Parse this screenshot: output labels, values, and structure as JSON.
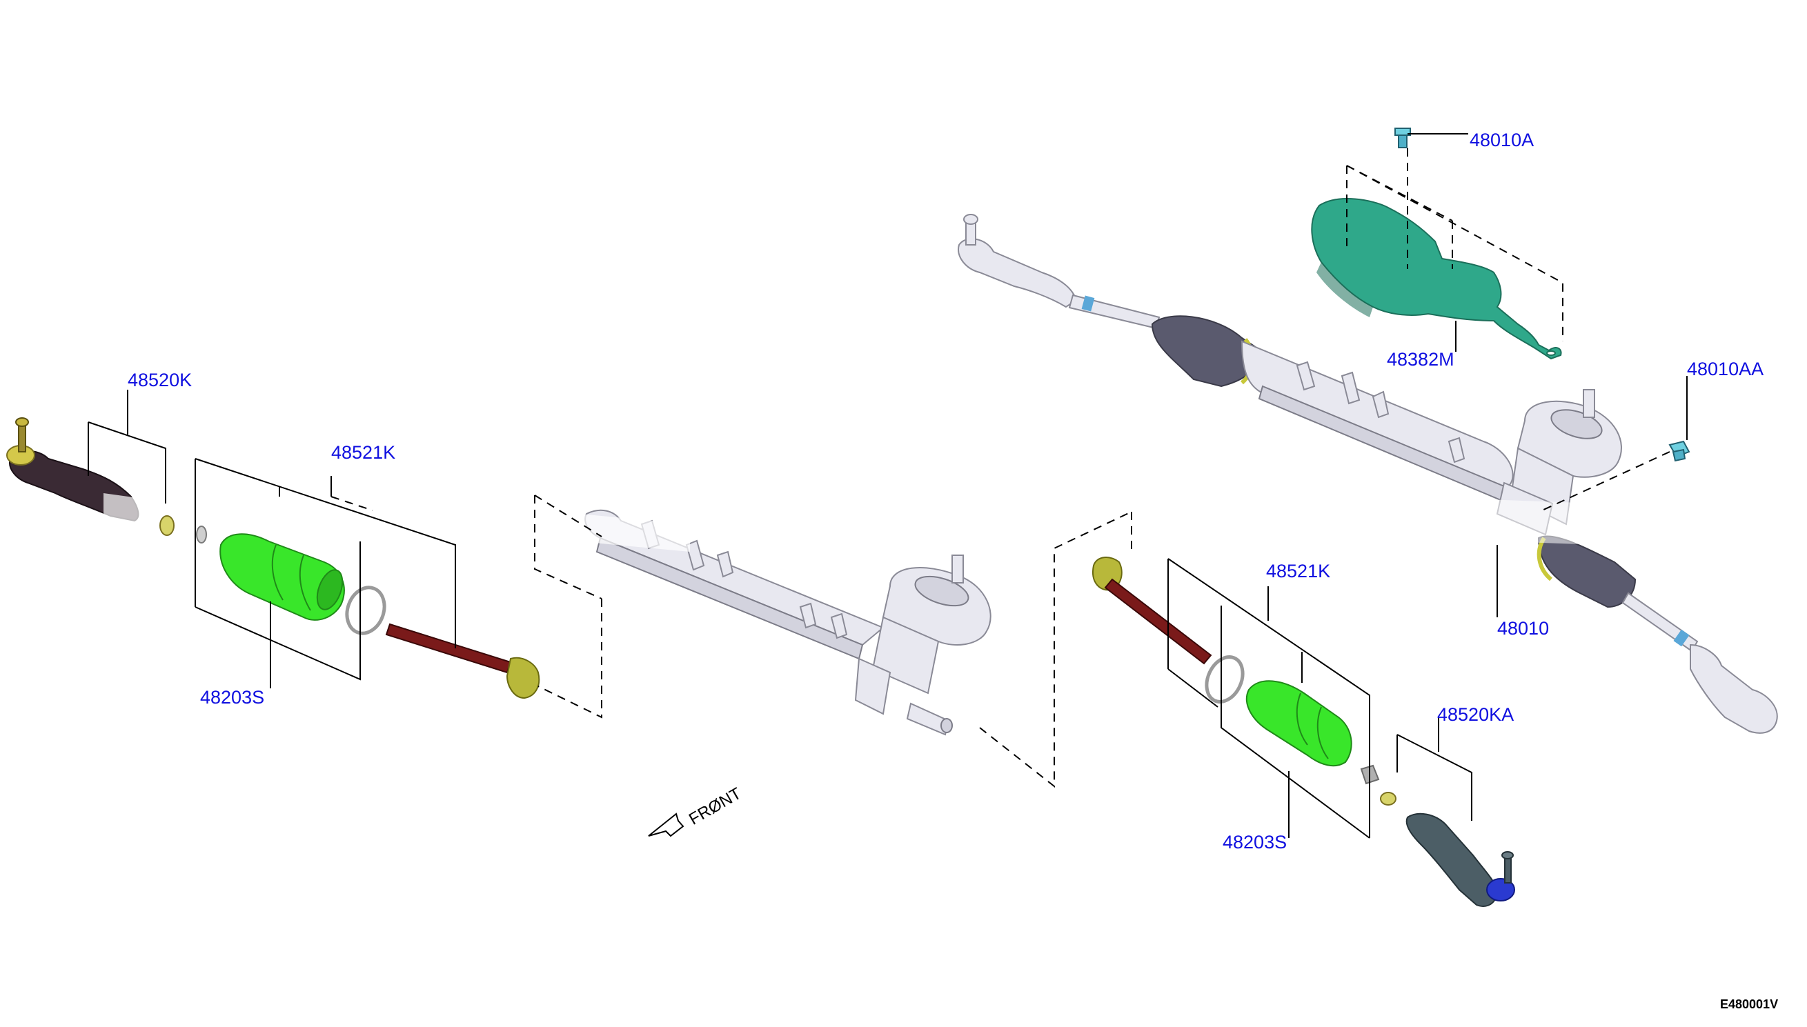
{
  "labels": {
    "p48010A": "48010A",
    "p48382M": "48382M",
    "p48010AA": "48010AA",
    "p48010": "48010",
    "p48520K": "48520K",
    "p48521K_left": "48521K",
    "p48203S_left": "48203S",
    "p48521K_right": "48521K",
    "p48520KA": "48520KA",
    "p48203S_right": "48203S"
  },
  "diagram_code": "E480001V",
  "front_label": "FRØNT",
  "colors": {
    "label": "#1010e0",
    "boot": "#39e62a",
    "shield": "#2fa88a",
    "inner_rod": "#7a1a1a",
    "tie_end_left": "#3a2a34",
    "tie_end_right": "#4c5e66",
    "ball_joint_blue": "#2a3ad0",
    "bellows": "#5a5a6e",
    "olive": "#b8b83a"
  }
}
